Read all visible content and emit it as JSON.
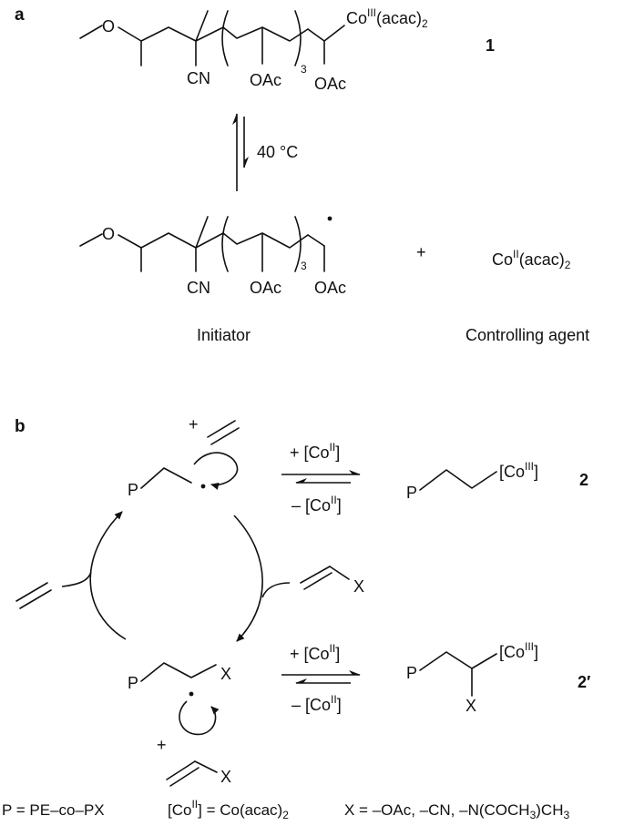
{
  "panel_a": {
    "label": "a",
    "compound_1": {
      "co_label": "Co",
      "co_sup": "III",
      "co_tail": "(acac)",
      "co_sub": "2",
      "methoxy": "O",
      "cn": "CN",
      "oac1": "OAc",
      "oac2": "OAc",
      "repeat": "3",
      "number": "1"
    },
    "equilibrium": "40 °C",
    "radical": {
      "methoxy": "O",
      "cn": "CN",
      "oac1": "OAc",
      "oac2": "OAc",
      "repeat": "3",
      "plus": "+",
      "agent_co": "Co",
      "agent_sup": "II",
      "agent_tail": "(acac)",
      "agent_sub": "2"
    },
    "initiator_label": "Initiator",
    "agent_label": "Controlling agent"
  },
  "panel_b": {
    "label": "b",
    "top_plus": "+",
    "p1": "P",
    "p2": "P",
    "p3": "P",
    "p4": "P",
    "x1": "X",
    "x2": "X",
    "x3": "X",
    "x4": "X",
    "bottom_plus": "+",
    "top_eq_forward": {
      "pre": "+ [Co",
      "sup": "II",
      "post": "]"
    },
    "top_eq_back": {
      "pre": "– [Co",
      "sup": "II",
      "post": "]"
    },
    "bot_eq_forward": {
      "pre": "+ [Co",
      "sup": "II",
      "post": "]"
    },
    "bot_eq_back": {
      "pre": "– [Co",
      "sup": "II",
      "post": "]"
    },
    "product2": {
      "pre": "[Co",
      "sup": "III",
      "post": "]",
      "number": "2"
    },
    "product2p": {
      "pre": "[Co",
      "sup": "III",
      "post": "]",
      "number": "2′"
    }
  },
  "legend": {
    "p_def": "P = PE–co–PX",
    "co_def_pre": "[Co",
    "co_def_sup": "II",
    "co_def_mid": "] = Co(acac)",
    "co_def_sub": "2",
    "x_def_pre": "X = –OAc, –CN, –N(COCH",
    "x_def_sub": "3",
    "x_def_post": ")CH",
    "x_def_sub2": "3"
  }
}
